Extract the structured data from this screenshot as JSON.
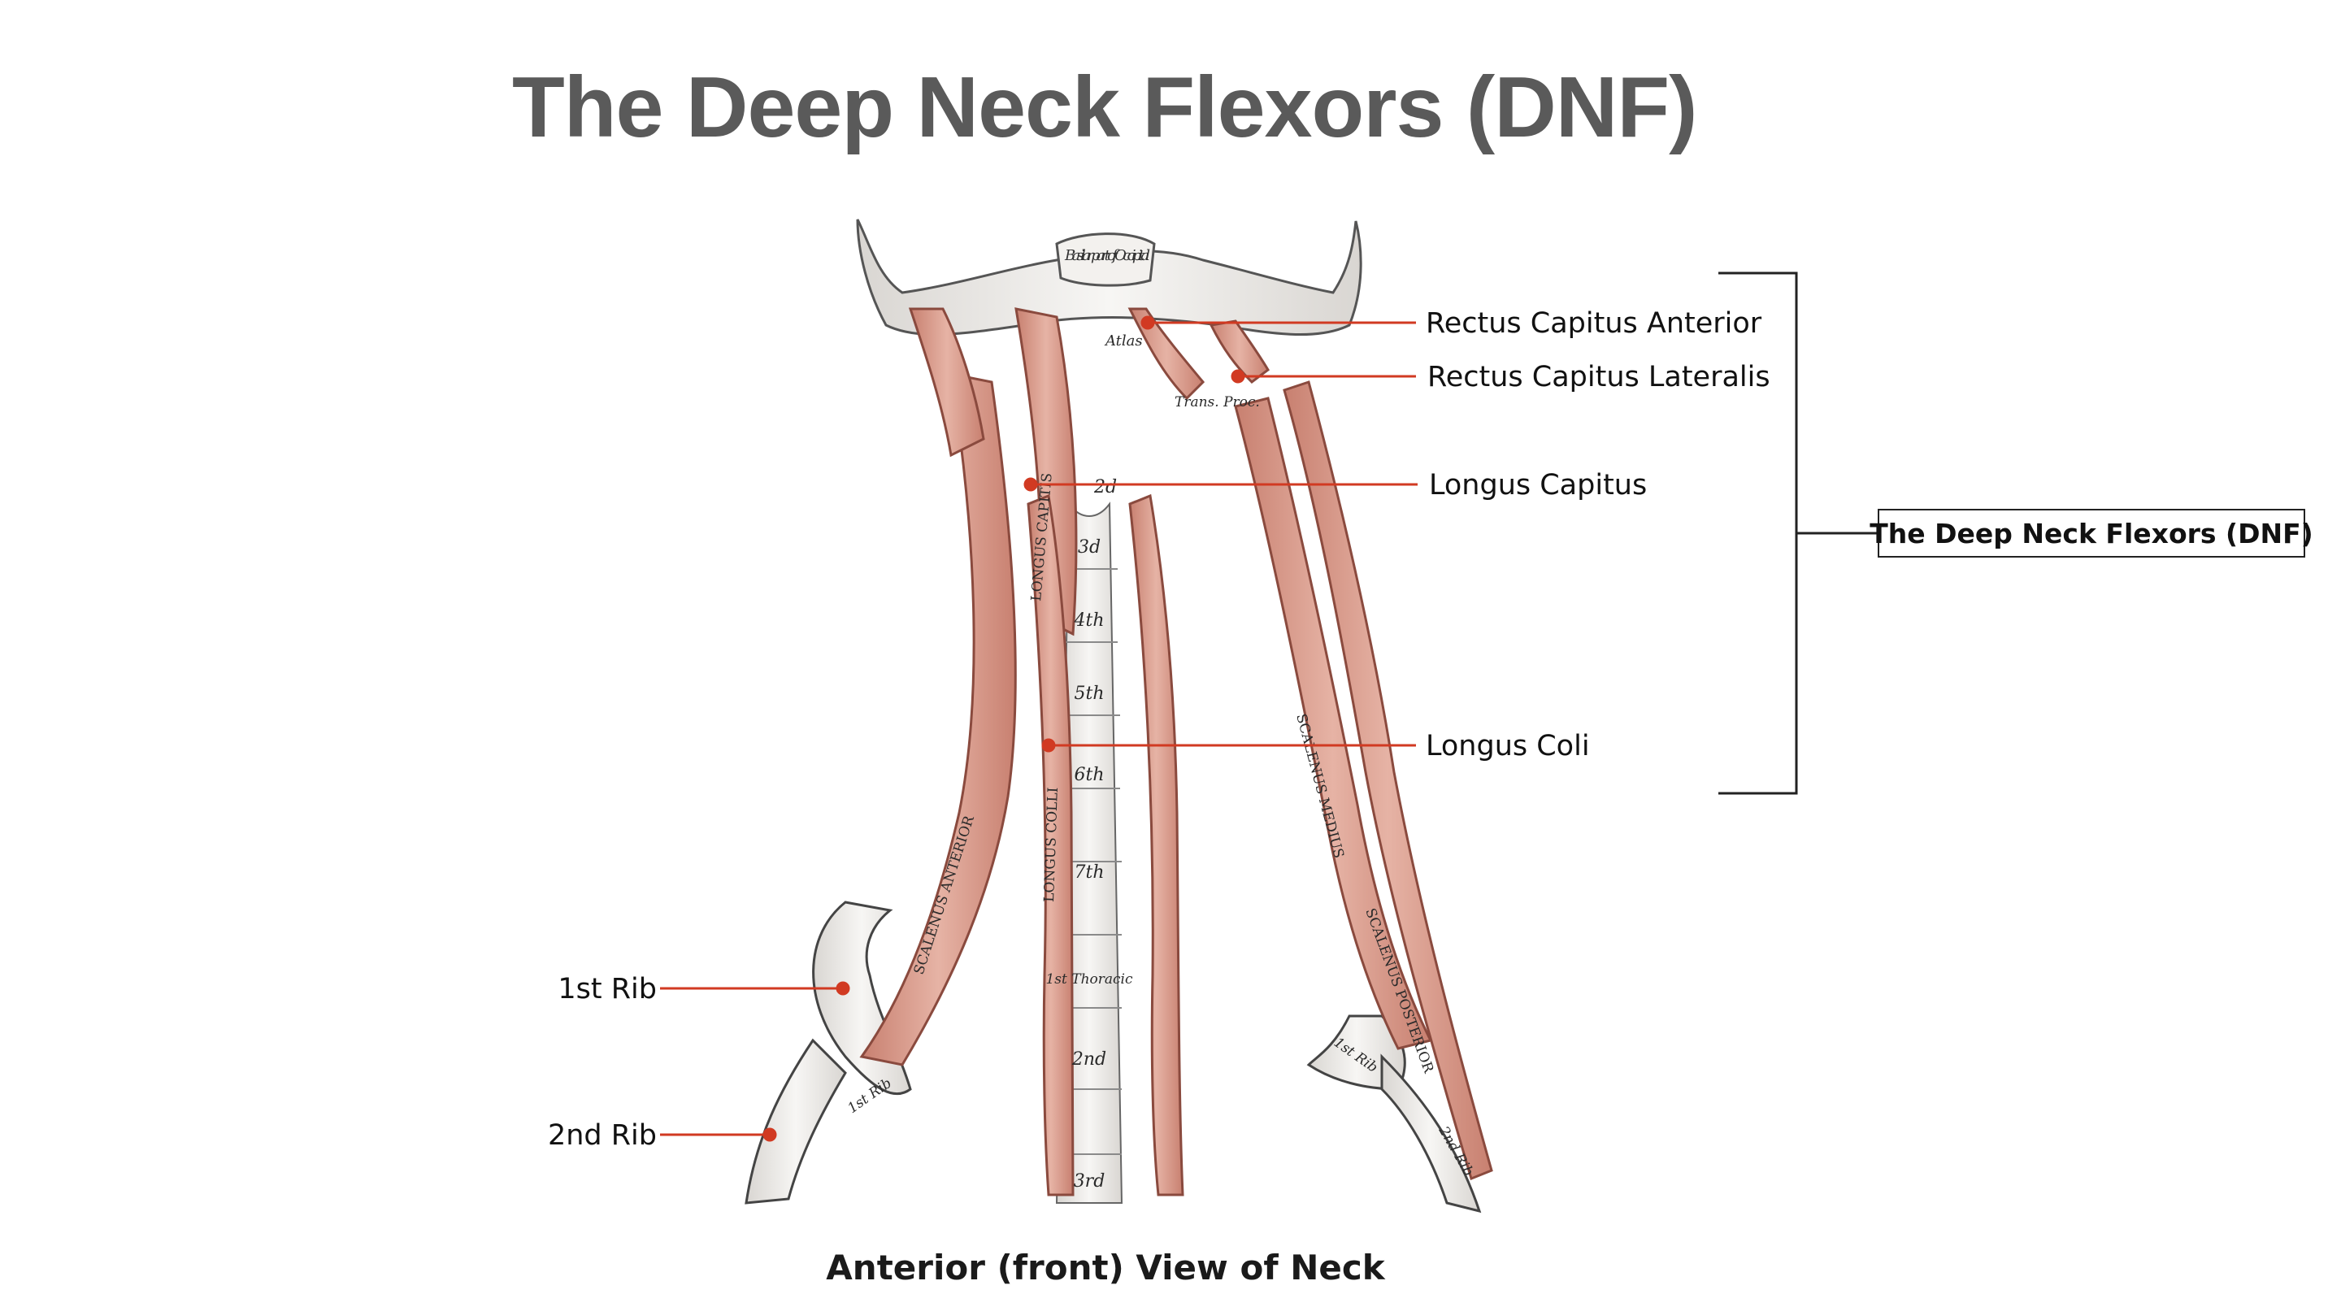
{
  "title": "The Deep Neck Flexors (DNF)",
  "caption": "Anterior (front) View of Neck",
  "labels": {
    "rectus_capitus_anterior": "Rectus Capitus Anterior",
    "rectus_capitus_lateralis": "Rectus Capitus Lateralis",
    "longus_capitus": "Longus Capitus",
    "longus_coli": "Longus Coli",
    "first_rib": "1st Rib",
    "second_rib": "2nd Rib"
  },
  "group_label": "The Deep Neck Flexors (DNF)",
  "illustration_text": {
    "basilar": "Basilar part of Occipital",
    "atlas": "Atlas",
    "jugular": "Jugular Proc.",
    "transverse": "Trans. Proc.",
    "longus_capitis": "LONGUS CAPITIS",
    "longus_colli": "LONGUS COLLI",
    "scalenus_anterior": "SCALENUS ANTERIOR",
    "scalenus_medius": "SCALENUS MEDIUS",
    "scalenus_posterior": "SCALENUS POSTERIOR",
    "vertebrae": [
      "2d",
      "3d",
      "4th",
      "5th",
      "6th",
      "7th",
      "1st Thoracic",
      "2nd",
      "3rd"
    ],
    "rib_left": "1st Rib",
    "rib_right": "1st Rib",
    "rib_2nd": "2nd Rib"
  },
  "colors": {
    "title": "#5a5a5a",
    "leader_line": "#d13a22",
    "muscle": "#d99a8a",
    "muscle_dark": "#b86c5c",
    "bone": "#f1efec"
  }
}
